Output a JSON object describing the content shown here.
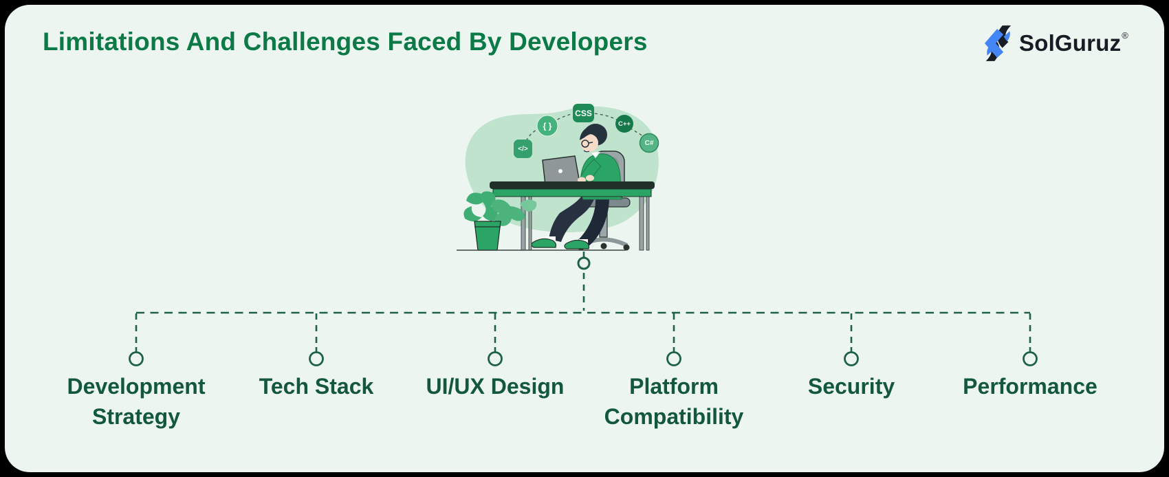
{
  "page": {
    "frame_color": "#000000",
    "card_color": "#edf5f0"
  },
  "header": {
    "title": "Limitations And Challenges Faced By Developers"
  },
  "logo": {
    "name": "SolGuruz",
    "registered_mark": "®"
  },
  "illustration": {
    "description": "developer working on laptop at desk with floating coding badges",
    "badges": [
      {
        "label": "</>"
      },
      {
        "label": "{ }"
      },
      {
        "label": "CSS"
      },
      {
        "label": "C++"
      },
      {
        "label": "C#"
      }
    ]
  },
  "tree": {
    "items": [
      {
        "label": "Development Strategy"
      },
      {
        "label": "Tech Stack"
      },
      {
        "label": "UI/UX Design"
      },
      {
        "label": "Platform Compatibility"
      },
      {
        "label": "Security"
      },
      {
        "label": "Performance"
      }
    ]
  },
  "colors": {
    "title_green": "#0c7a46",
    "label_green": "#14583c",
    "connector_green": "#1d6246",
    "illustration_green": "#2aa565",
    "badge_dark_green": "#1e8a56",
    "blob_mint": "#bfe3cd",
    "logo_blue": "#4486f5",
    "logo_dark": "#181c25"
  }
}
